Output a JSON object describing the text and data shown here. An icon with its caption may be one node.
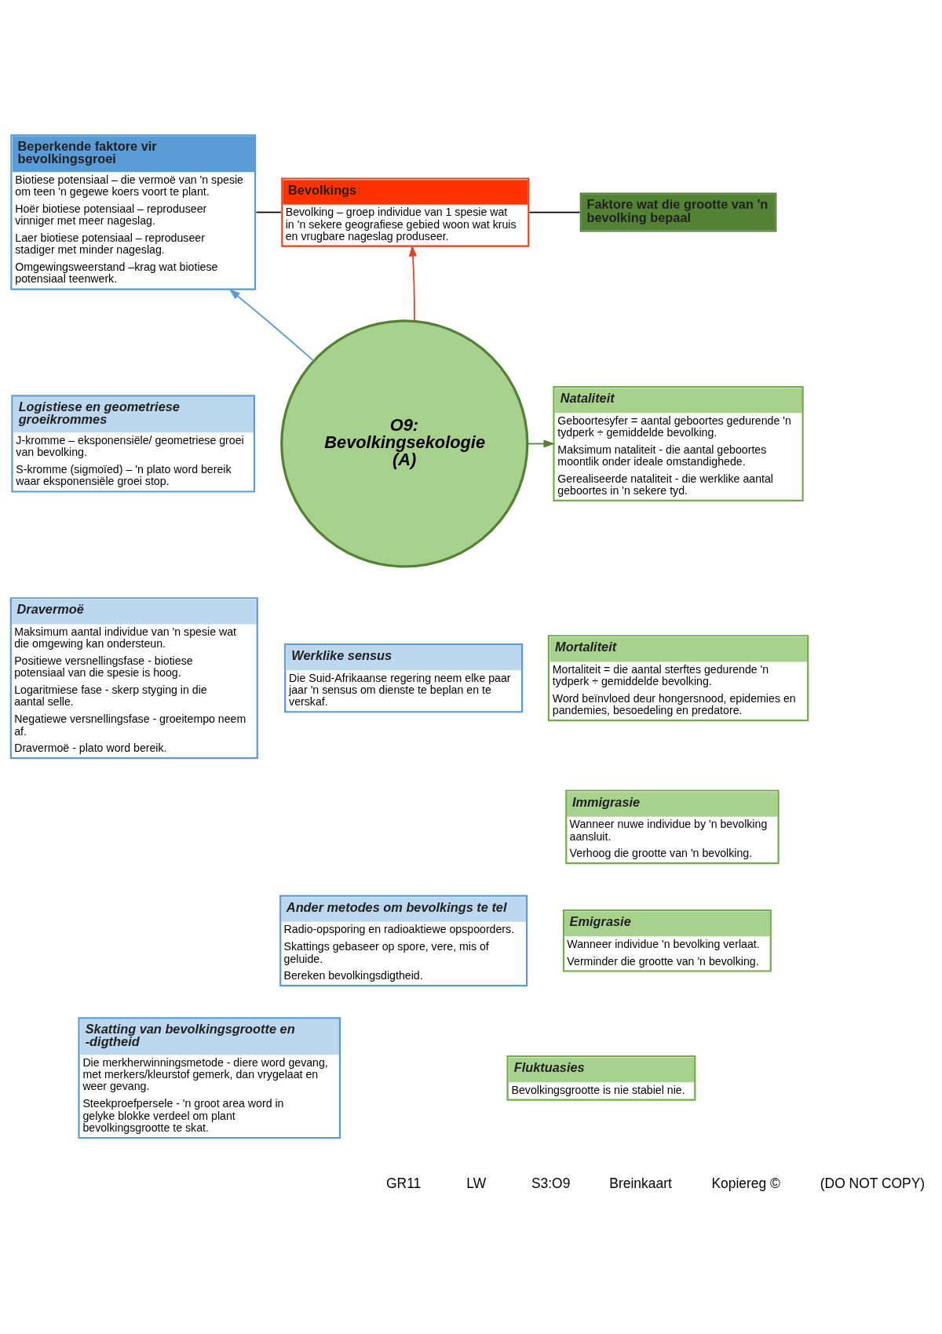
{
  "diagram": {
    "nodes": [
      {
        "text": [
          "Beperkende faktore vir bevolkingsgroei",
          "Biotiese potensiaal – die vermoë van 'n spesie om teen 'n gegewe koers voort te plant.",
          "Hoër biotiese potensiaal – reproduseer vinniger met meer nageslag.",
          "Laer biotiese potensiaal – reproduseer stadiger met minder nageslag.",
          "Omgewingsweerstand –krag wat biotiese potensiaal teenwerk."
        ]
      },
      {
        "text": [
          "Bevolkings",
          "Bevolking – groep individue van 1 spesie wat in 'n sekere geografiese gebied woon wat kruis en vrugbare nageslag produseer."
        ]
      },
      {
        "text": [
          "Faktore wat die grootte van 'n bevolking bepaal"
        ]
      },
      {
        "text": [
          "Nataliteit",
          "Geboortesyfer = aantal geboortes gedurende 'n tydperk ÷ gemiddelde bevolking.",
          "Maksimum nataliteit - die aantal geboortes moontlik onder ideale omstandighede.",
          "Gerealiseerde nataliteit - die werklike aantal geboortes in 'n sekere tyd."
        ]
      },
      {
        "text": [
          "O9: Bevolkingsekologie (A)"
        ]
      },
      {
        "text": [
          "Logistiese en geometriese groeikrommes",
          "J-kromme – eksponensiële/ geometriese groei van bevolking.",
          "S-kromme (sigmoïed) – 'n plato word bereik waar eksponensiële groei stop."
        ]
      },
      {
        "text": [
          "Mortaliteit",
          "Mortaliteit = die aantal sterftes gedurende 'n tydperk ÷ gemiddelde bevolking.",
          "Word beïnvloed deur hongersnood, epidemies en pandemies, besoedeling en predatore."
        ]
      },
      {
        "text": [
          "Dravermoë",
          "Maksimum aantal individue van 'n spesie wat die omgewing kan ondersteun.",
          "Positiewe versnellingsfase - biotiese potensiaal van die spesie is hoog.",
          "Logaritmiese fase - skerp styging in die aantal selle.",
          "Negatiewe versnellingsfase - groeitempo neem af.",
          "Dravermoë - plato word bereik."
        ]
      },
      {
        "text": [
          "Werklike sensus",
          "Die Suid-Afrikaanse regering neem elke paar jaar 'n sensus om dienste te beplan en te verskaf."
        ]
      },
      {
        "text": [
          "Immigrasie",
          "Wanneer nuwe individue by 'n bevolking aansluit.",
          "Verhoog die grootte van 'n bevolking."
        ]
      },
      {
        "text": [
          "Ander metodes om bevolkings te tel",
          "Radio-opsporing en radioaktiewe opspoorders.",
          "Skattings gebaseer op spore, vere, mis of geluide.",
          "Bereken bevolkingsdigtheid."
        ]
      },
      {
        "text": [
          "Emigrasie",
          "Wanneer individue 'n bevolking verlaat.",
          "Verminder die grootte van 'n bevolking."
        ]
      },
      {
        "text": [
          "Skatting van bevolkingsgrootte en -digtheid",
          "Die merkherwinningsmetode - diere word gevang, met merkers/kleurstof gemerk, dan vrygelaat en weer gevang.",
          "Steekproefpersele - 'n groot area word in gelyke blokke verdeel om plant bevolkingsgrootte te skat."
        ]
      },
      {
        "text": [
          "Fluktuasies",
          "Bevolkingsgrootte is nie stabiel nie."
        ]
      }
    ],
    "edges": [
      {
        "from": 4,
        "to": 0,
        "arrow": "to",
        "color": "#5b9bd5"
      },
      {
        "from": 4,
        "to": 1,
        "arrow": "to",
        "color": "#e8401c"
      },
      {
        "from": 4,
        "to": 3,
        "arrow": "to",
        "color": "#548235"
      },
      {
        "from": 0,
        "to": 1,
        "arrow": "none",
        "color": "#000000"
      },
      {
        "from": 1,
        "to": 2,
        "arrow": "none",
        "color": "#000000"
      }
    ],
    "labels": [
      "GR11",
      "LW",
      "S3:O9",
      "Breinkaart",
      "Kopiereg ©",
      "(DO NOT COPY)"
    ]
  }
}
